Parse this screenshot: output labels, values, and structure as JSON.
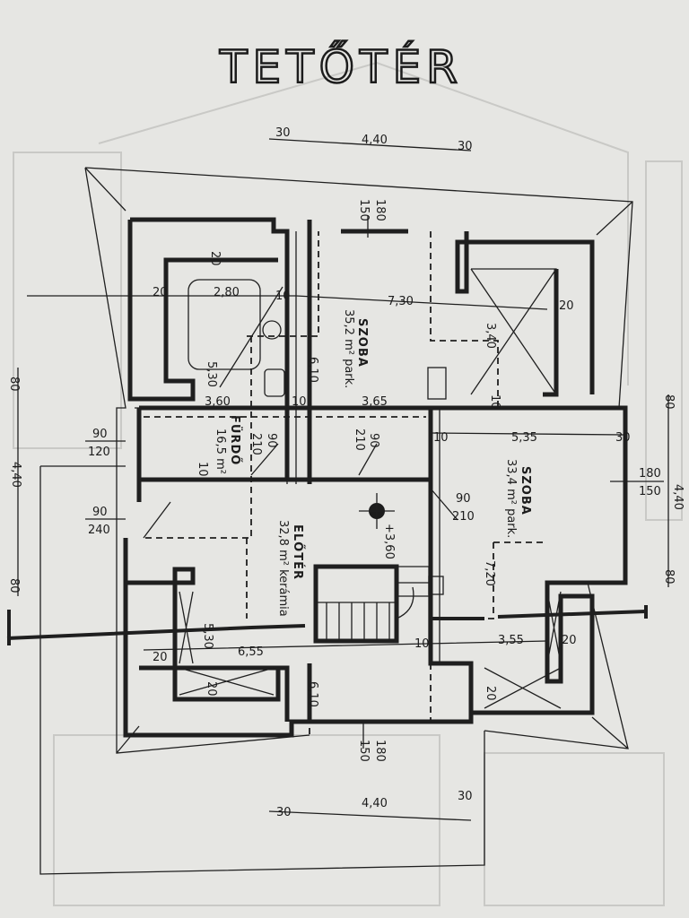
{
  "title": "TETŐTÉR",
  "rooms": {
    "szoba1": {
      "name": "SZOBA",
      "area": "35,2 m² park."
    },
    "furdo": {
      "name": "FÜRDŐ",
      "area": "16,5 m²"
    },
    "szoba2": {
      "name": "SZOBA",
      "area": "33,4 m² park."
    },
    "eloter": {
      "name": "ELŐTÉR",
      "area": "32,8 m² kerámia"
    }
  },
  "level_mark": "+3,60",
  "dims": {
    "top_30a": "30",
    "top_440": "4,40",
    "top_30b": "30",
    "top_180": "180",
    "top_150": "150",
    "d280": "2,80",
    "d730": "7,30",
    "d20a": "20",
    "d20b": "20",
    "d20c": "20",
    "d10a": "10",
    "d10b": "10",
    "d10c": "10",
    "d10d": "10",
    "d10e": "10",
    "d10f": "10",
    "d610a": "6,10",
    "d340": "3,40",
    "d530a": "5,30",
    "d360": "3,60",
    "d365": "3,65",
    "d535": "5,35",
    "d30r": "30",
    "left_80a": "80",
    "left_440": "4,40",
    "left_80b": "80",
    "right_80a": "80",
    "right_440": "4,40",
    "right_80b": "80",
    "win_90": "90",
    "win_120": "120",
    "win_90b": "90",
    "win_240": "240",
    "r_180": "180",
    "r_150": "150",
    "door1_90": "90",
    "door1_210": "210",
    "door2_90": "90",
    "door2_210": "210",
    "door3_90": "90",
    "door3_210": "210",
    "d720": "7,20",
    "d530b": "5,30",
    "d655": "6,55",
    "d355": "3,55",
    "d20d": "20",
    "d20e": "20",
    "d20f": "20",
    "d20g": "20",
    "d610b": "6,10",
    "bot_180": "180",
    "bot_150": "150",
    "bot_30a": "30",
    "bot_440": "4,40",
    "bot_30b": "30"
  }
}
